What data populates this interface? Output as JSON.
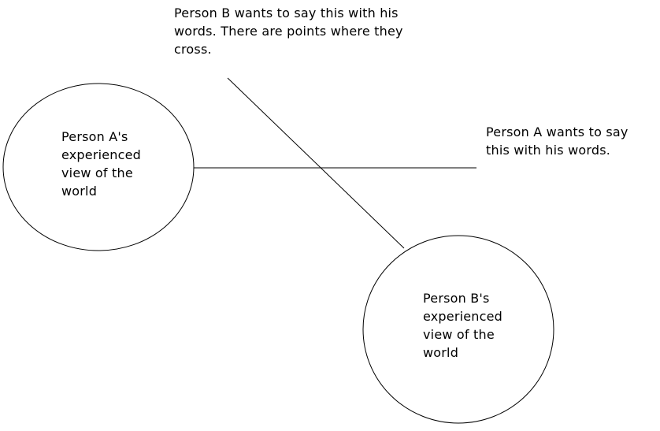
{
  "colors": {
    "background": "#ffffff",
    "stroke": "#000000",
    "text": "#000000"
  },
  "annotations": {
    "top": {
      "text": "Person B wants to say this with his\nwords. There are points where they\ncross."
    },
    "right": {
      "text": "Person A wants to say\nthis with his words."
    }
  },
  "nodes": {
    "person_a": {
      "label": "Person A's\nexperienced\nview of the\nworld"
    },
    "person_b": {
      "label": "Person B's\nexperienced\nview of the\nworld"
    }
  }
}
